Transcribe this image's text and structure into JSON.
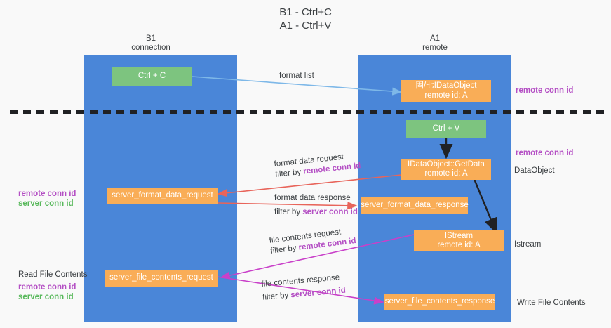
{
  "title": {
    "line1": "B1 - Ctrl+C",
    "line2": "A1 - Ctrl+V"
  },
  "columns": {
    "left": {
      "name": "B1",
      "role": "connection"
    },
    "right": {
      "name": "A1",
      "role": "remote"
    }
  },
  "boxes": {
    "ctrl_c": "Ctrl + C",
    "ctrl_v": "Ctrl + V",
    "idataobject_remote": {
      "line1": "固/七IDataObject",
      "line2": "remote id: A"
    },
    "getdata": {
      "line1": "IDataObject::GetData",
      "line2": "remote id: A"
    },
    "istream": {
      "line1": "IStream",
      "line2": "remote id: A"
    },
    "server_format_data_request": "server_format_data_request",
    "server_format_data_response": "server_format_data_response",
    "server_file_contents_request": "server_file_contents_request",
    "server_file_contents_response": "server_file_contents_response"
  },
  "edge_labels": {
    "format_list": "format list",
    "format_data_request": "format data request",
    "format_data_request_filter_prefix": "filter by ",
    "format_data_request_filter_key": "remote conn id",
    "format_data_response": "format data response",
    "format_data_response_filter_prefix": "filter by ",
    "format_data_response_filter_key": "server conn id",
    "file_contents_request": "file contents request",
    "file_contents_request_filter_prefix": "filter by ",
    "file_contents_request_filter_key": "remote conn id",
    "file_contents_response": "file contents response",
    "file_contents_response_filter_prefix": "filter by ",
    "file_contents_response_filter_key": "server conn id"
  },
  "annotations": {
    "right_remote_conn_id_top": "remote conn id",
    "right_remote_conn_id_mid": "remote conn id",
    "right_dataobject": "DataObject",
    "right_istream": "Istream",
    "right_write_file_contents": "Write File Contents",
    "left_remote_conn_id_mid": "remote conn id",
    "left_server_conn_id_mid": "server conn id",
    "left_read_file_contents": "Read File Contents",
    "left_remote_conn_id_bottom": "remote conn id",
    "left_server_conn_id_bottom": "server conn id"
  },
  "colors": {
    "lane": "#4a86d8",
    "green_box": "#7dc47f",
    "orange_box": "#f9ad57",
    "purple_text": "#b44fc4",
    "green_text": "#57b85a",
    "red_arrow": "#e8645a",
    "magenta_arrow": "#c940c9",
    "blue_arrow": "#7eb8e8",
    "black_arrow": "#202124",
    "background": "#f9f9f9"
  }
}
